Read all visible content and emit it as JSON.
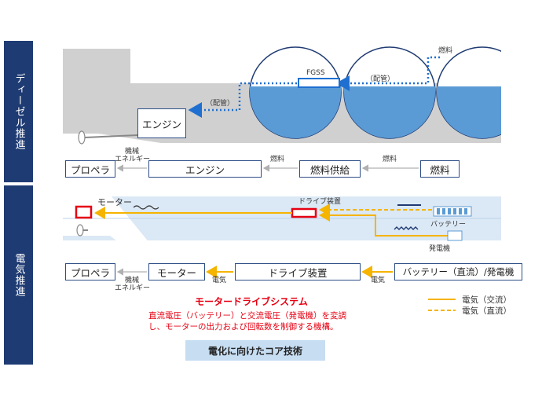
{
  "sections": {
    "diesel": "ディーゼル推進",
    "electric": "電気推進"
  },
  "diesel_illustration": {
    "fgss": "FGSS",
    "engine": "エンジン",
    "piping_1": "（配管）",
    "piping_2": "（配管）",
    "fuel": "燃料"
  },
  "diesel_flow": {
    "propeller": "プロペラ",
    "mech_energy_1": "機械",
    "mech_energy_2": "エネルギー",
    "engine": "エンジン",
    "fuel_label_1": "燃料",
    "fuel_supply": "燃料供給",
    "fuel_label_2": "燃料",
    "fuel": "燃料"
  },
  "electric_illustration": {
    "motor": "モーター",
    "drive_unit": "ドライブ装置",
    "battery": "バッテリー",
    "generator": "発電機"
  },
  "electric_flow": {
    "propeller": "プロペラ",
    "mech_energy_1": "機械",
    "mech_energy_2": "エネルギー",
    "motor": "モーター",
    "elec_label_1": "電気",
    "drive_unit": "ドライブ装置",
    "elec_label_2": "電気",
    "source": "バッテリー（直流）/発電機"
  },
  "motor_drive": {
    "title": "モータードライブシステム",
    "description": "直流電圧（バッテリー）と交流電圧（発電機）を変調し、モーターの出力および回転数を制御する機構。"
  },
  "core_tech": "電化に向けたコア技術",
  "legend": {
    "ac": "電気（交流）",
    "dc": "電気（直流）"
  },
  "colors": {
    "navy": "#1f3b73",
    "box_border": "#2c4d86",
    "pipe_blue": "#1f6fd1",
    "electric_yellow": "#f5b400",
    "alert_red": "#e60012",
    "tank_blue": "#5b9bd5",
    "hull_gray": "#d0d0d0"
  }
}
